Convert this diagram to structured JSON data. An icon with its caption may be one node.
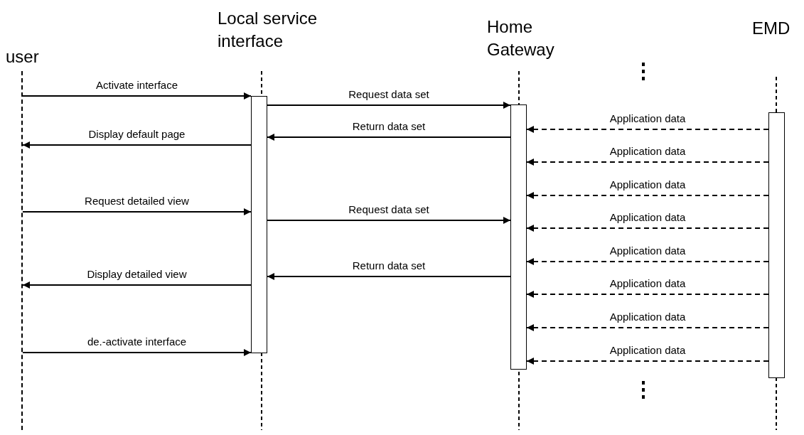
{
  "diagram": {
    "nodes": [
      {
        "text": [
          "user"
        ]
      },
      {
        "text": [
          "Local service interface"
        ]
      },
      {
        "text": [
          "Home Gateway"
        ]
      },
      {
        "text": [
          "EMD"
        ]
      },
      {
        "text": [],
        "shape": "line"
      },
      {
        "text": [],
        "shape": "bar"
      },
      {
        "text": [],
        "shape": "bar"
      },
      {
        "text": [],
        "shape": "bar"
      }
    ],
    "edges": [
      {
        "from": 4,
        "to": 5,
        "arrow": "to",
        "label": "Activate interface"
      },
      {
        "from": 5,
        "to": 6,
        "arrow": "to",
        "label": "Request data set"
      },
      {
        "from": 6,
        "to": 5,
        "arrow": "to",
        "label": "Return data set"
      },
      {
        "from": 5,
        "to": 4,
        "arrow": "to",
        "label": "Display default page"
      },
      {
        "from": 4,
        "to": 5,
        "arrow": "to",
        "label": "Request detailed view"
      },
      {
        "from": 5,
        "to": 6,
        "arrow": "to",
        "label": "Request data set"
      },
      {
        "from": 6,
        "to": 5,
        "arrow": "to",
        "label": "Return data set"
      },
      {
        "from": 5,
        "to": 4,
        "arrow": "to",
        "label": "Display detailed view"
      },
      {
        "from": 4,
        "to": 5,
        "arrow": "to",
        "label": "de.-activate interface"
      },
      {
        "from": 7,
        "to": 6,
        "arrow": "to",
        "label": "Application data",
        "style": "dashed"
      },
      {
        "from": 7,
        "to": 6,
        "arrow": "to",
        "label": "Application data",
        "style": "dashed"
      },
      {
        "from": 7,
        "to": 6,
        "arrow": "to",
        "label": "Application data",
        "style": "dashed"
      },
      {
        "from": 7,
        "to": 6,
        "arrow": "to",
        "label": "Application data",
        "style": "dashed"
      },
      {
        "from": 7,
        "to": 6,
        "arrow": "to",
        "label": "Application data",
        "style": "dashed"
      },
      {
        "from": 7,
        "to": 6,
        "arrow": "to",
        "label": "Application data",
        "style": "dashed"
      },
      {
        "from": 7,
        "to": 6,
        "arrow": "to",
        "label": "Application data",
        "style": "dashed"
      },
      {
        "from": 7,
        "to": 6,
        "arrow": "to",
        "label": "Application data",
        "style": "dashed"
      }
    ]
  }
}
